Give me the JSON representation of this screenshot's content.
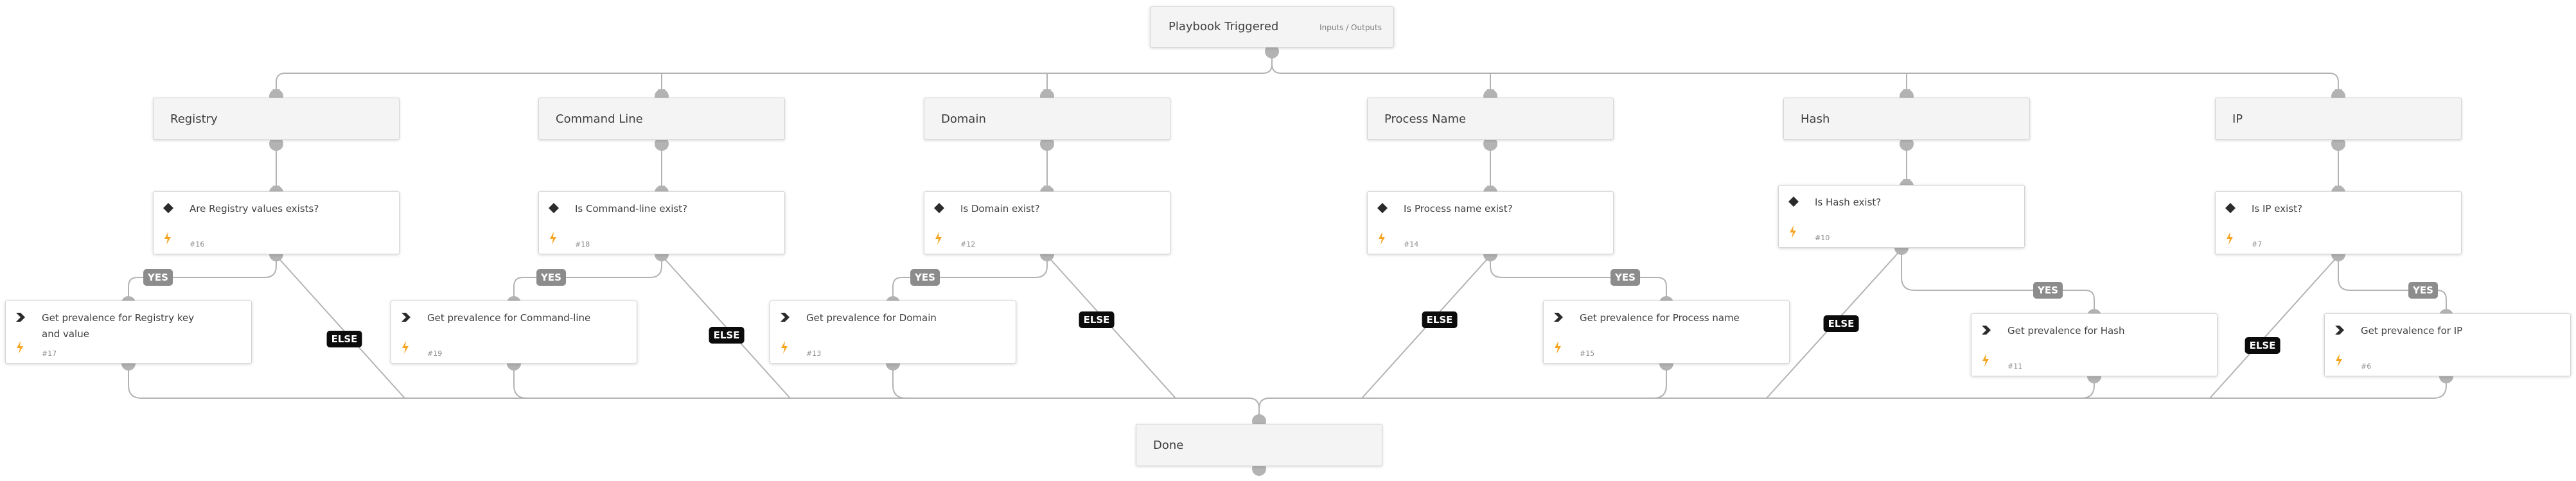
{
  "trigger": {
    "title": "Playbook Triggered",
    "outputs_link": "Inputs / Outputs"
  },
  "sections": [
    {
      "label": "Registry"
    },
    {
      "label": "Command Line"
    },
    {
      "label": "Domain"
    },
    {
      "label": "Process Name"
    },
    {
      "label": "Hash"
    },
    {
      "label": "IP"
    }
  ],
  "conditions": [
    {
      "title": "Are Registry values exists?",
      "id": "#16"
    },
    {
      "title": "Is Command-line exist?",
      "id": "#18"
    },
    {
      "title": "Is Domain exist?",
      "id": "#12"
    },
    {
      "title": "Is Process name exist?",
      "id": "#14"
    },
    {
      "title": "Is Hash exist?",
      "id": "#10"
    },
    {
      "title": "Is IP exist?",
      "id": "#7"
    }
  ],
  "tasks": [
    {
      "title": "Get prevalence for Registry key and value",
      "id": "#17"
    },
    {
      "title": "Get prevalence for Command-line",
      "id": "#19"
    },
    {
      "title": "Get prevalence for Domain",
      "id": "#13"
    },
    {
      "title": "Get prevalence for Process name",
      "id": "#15"
    },
    {
      "title": "Get prevalence for Hash",
      "id": "#11"
    },
    {
      "title": "Get prevalence for IP",
      "id": "#6"
    }
  ],
  "branch_labels": {
    "yes": "YES",
    "else": "ELSE"
  },
  "done": {
    "title": "Done"
  },
  "colors": {
    "condition_icon": "#2b2b2b",
    "bolt": "#f5a623",
    "connector": "#b3b3b3",
    "yes_label": "#8c8c8c",
    "else_label": "#0b0b0b"
  }
}
